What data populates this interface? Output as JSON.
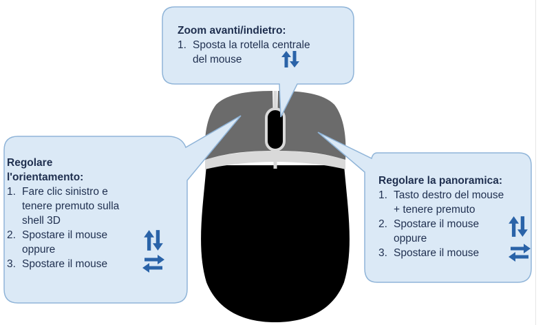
{
  "colors": {
    "bubble_fill": "#dbe9f6",
    "bubble_stroke": "#8fb4d8",
    "arrow_blue": "#2a63a8",
    "mouse_body": "#000000",
    "mouse_buttons": "#6b6b6b",
    "mouse_band": "#d9d9d9",
    "text": "#1f2f4f"
  },
  "zoom_callout": {
    "title": "Zoom avanti/indietro:",
    "items": [
      {
        "num": "1.",
        "text_line1": "Sposta la rotella centrale",
        "text_line2": "del mouse",
        "icon": "up-down-arrows-icon"
      }
    ]
  },
  "orient_callout": {
    "title_line1": "Regolare",
    "title_line2": "l'orientamento:",
    "items": [
      {
        "num": "1.",
        "lines": [
          "Fare clic sinistro e",
          "tenere premuto sulla",
          "shell 3D"
        ]
      },
      {
        "num": "2.",
        "lines": [
          "Spostare il mouse",
          "oppure"
        ],
        "icon": "up-down-arrows-icon"
      },
      {
        "num": "3.",
        "lines": [
          "Spostare il mouse"
        ],
        "icon": "left-right-arrows-icon"
      }
    ]
  },
  "pan_callout": {
    "title": "Regolare la panoramica:",
    "items": [
      {
        "num": "1.",
        "lines": [
          "Tasto destro del mouse",
          "+ tenere premuto"
        ]
      },
      {
        "num": "2.",
        "lines": [
          "Spostare il mouse",
          "oppure"
        ],
        "icon": "up-down-arrows-icon"
      },
      {
        "num": "3.",
        "lines": [
          "Spostare il mouse"
        ],
        "icon": "left-right-arrows-icon"
      }
    ]
  }
}
